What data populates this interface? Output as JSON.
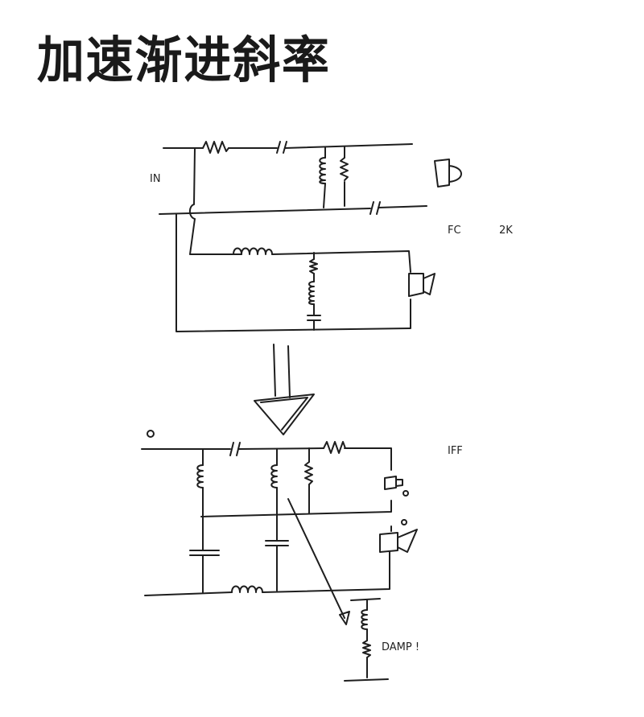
{
  "title": "加速渐进斜率",
  "diagram": {
    "top_circuit": {
      "input_label": "IN",
      "crossover_label": "FC",
      "frequency_label": "2K"
    },
    "bottom_circuit": {
      "label": "IFF",
      "damp_label": "DAMP !"
    }
  }
}
